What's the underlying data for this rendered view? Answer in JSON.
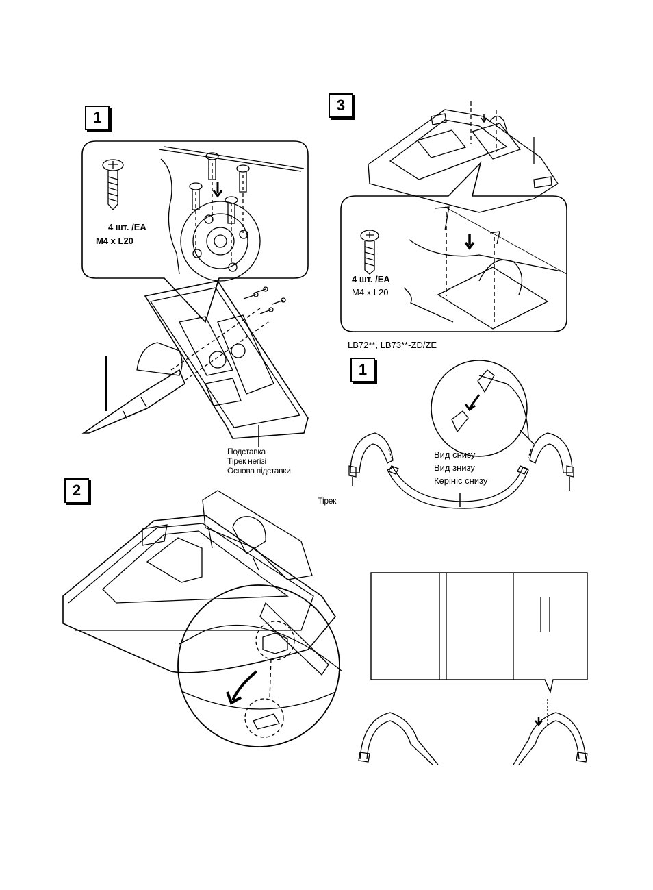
{
  "steps": {
    "s1_left": "1",
    "s2_left": "2",
    "s3_right": "3",
    "s1_right": "1"
  },
  "callouts": {
    "screw_qty_left": "4 шт. /EA",
    "screw_size_left": "M4 x L20",
    "screw_qty_right": "4 шт. /EA",
    "screw_size_right": "M4 x L20"
  },
  "labels": {
    "base_ru": "Подставка",
    "base_kz": "Тірек негізі",
    "base_ua": "Основа підставки",
    "stand_kz": "Тірек",
    "model_line": "LB72**, LB73**-ZD/ZE",
    "view_ru": "Вид снизу",
    "view_ua": "Вид знизу",
    "view_kz": "Көрініс снизу"
  }
}
